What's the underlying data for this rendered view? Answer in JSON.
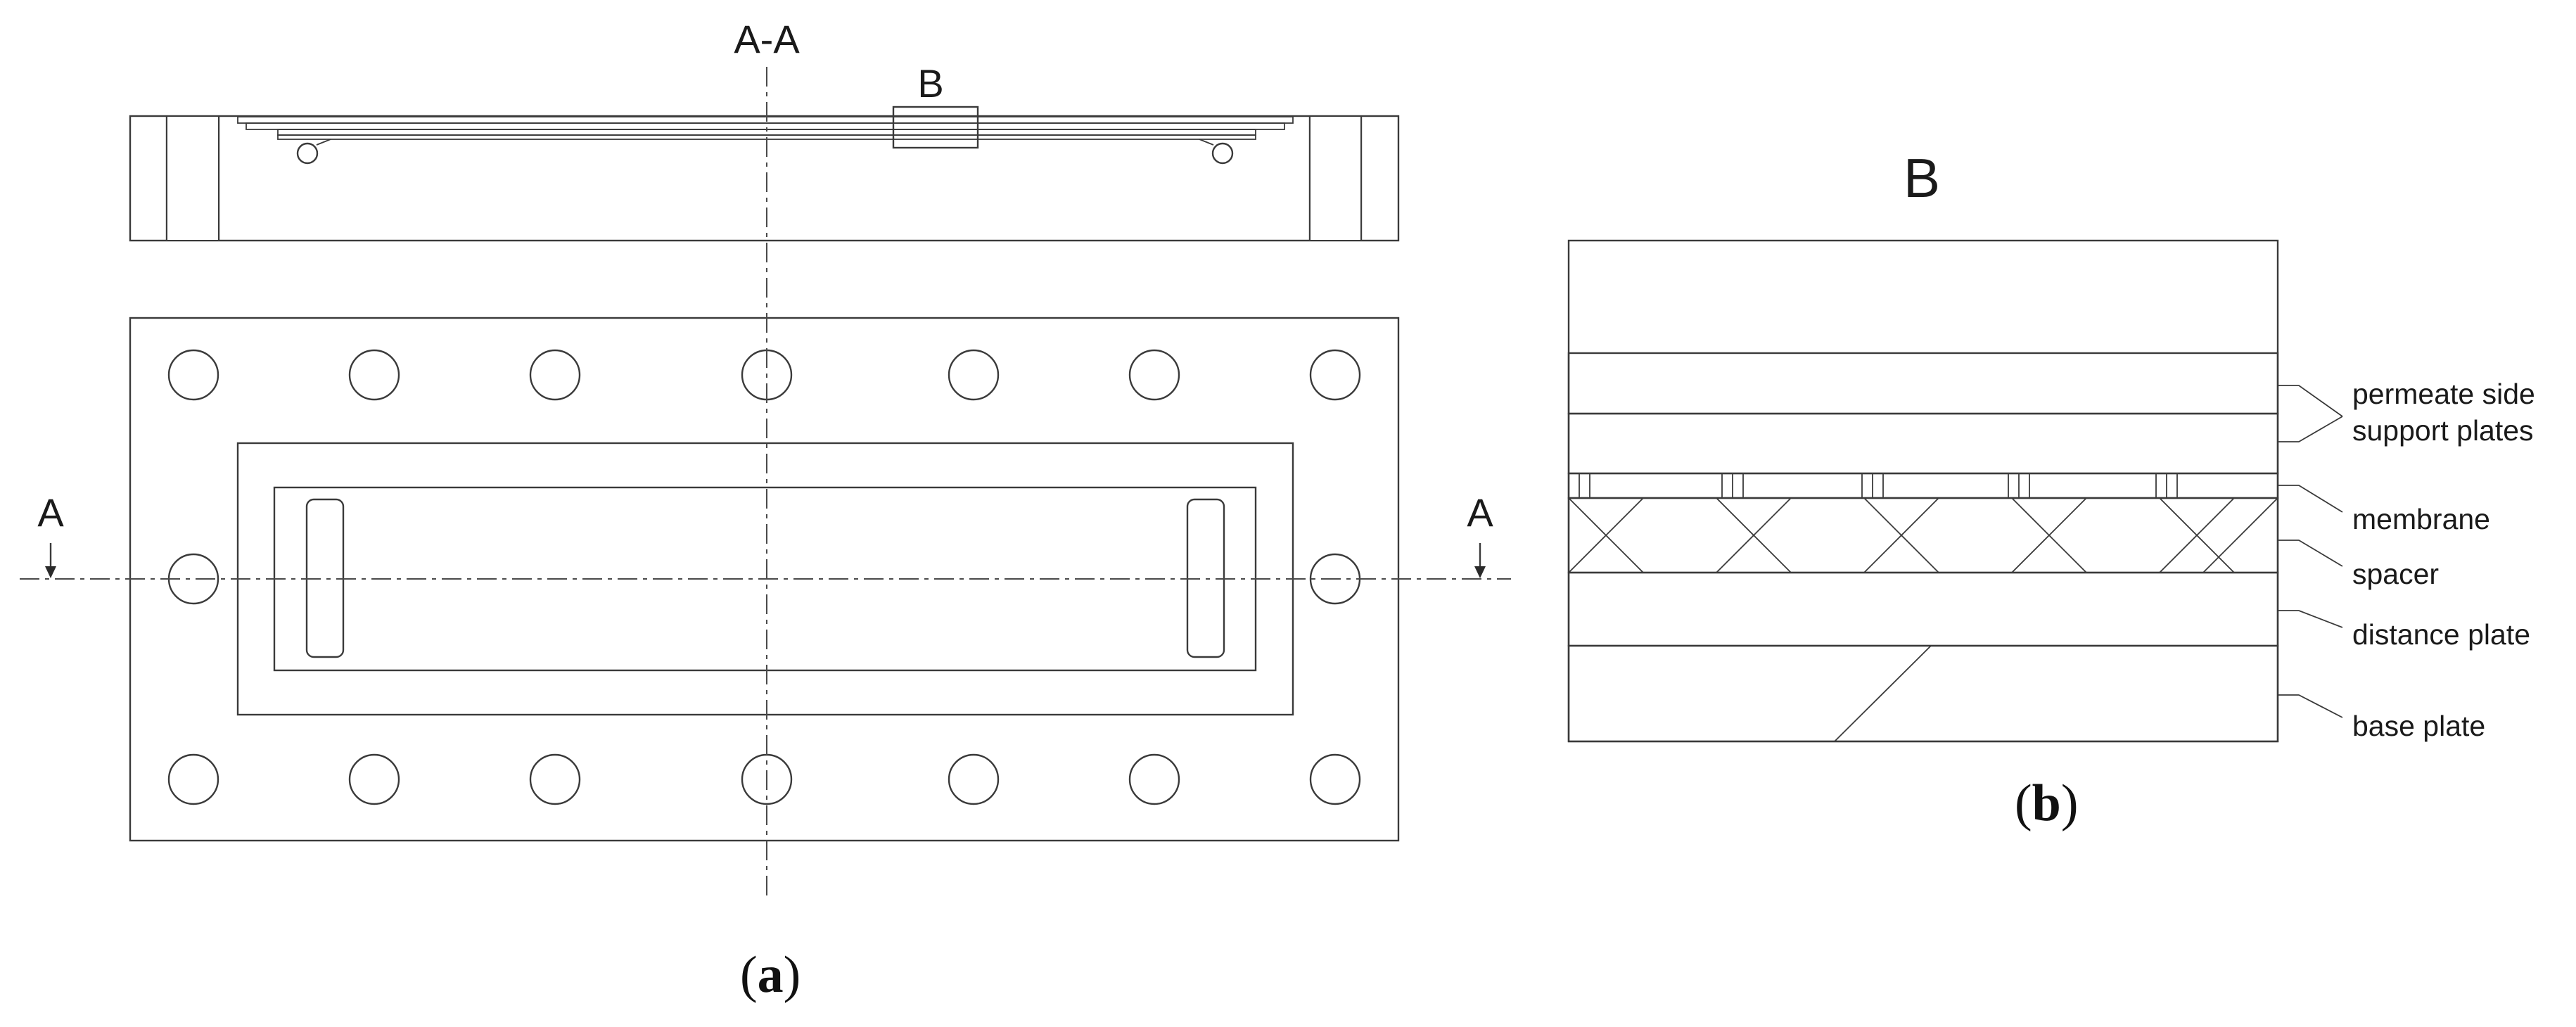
{
  "figure": {
    "panel_a": {
      "section_title": "A-A",
      "detail_marker": "B",
      "section_mark_left": "A",
      "section_mark_right": "A",
      "caption_open": "(",
      "caption_letter": "a",
      "caption_close": ")"
    },
    "panel_b": {
      "detail_title": "B",
      "labels": {
        "permeate_line1": "permeate side",
        "permeate_line2": "support plates",
        "membrane": "membrane",
        "spacer": "spacer",
        "distance_plate": "distance plate",
        "base_plate": "base plate"
      },
      "caption_open": "(",
      "caption_letter": "b",
      "caption_close": ")"
    }
  }
}
